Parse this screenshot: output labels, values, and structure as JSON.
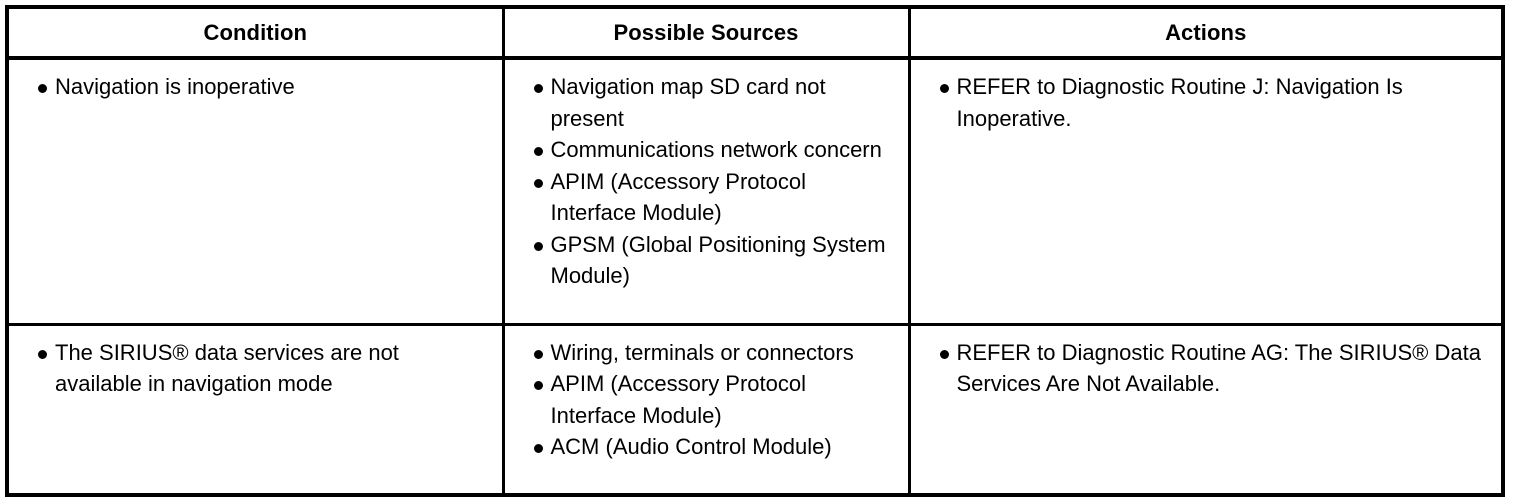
{
  "table": {
    "headers": [
      {
        "label": "Condition"
      },
      {
        "label": "Possible Sources"
      },
      {
        "label": "Actions"
      }
    ],
    "rows": [
      {
        "condition": [
          "Navigation is inoperative"
        ],
        "possible_sources": [
          "Navigation map SD card not present",
          "Communications network concern",
          "APIM (Accessory Protocol Interface Module)",
          "GPSM (Global Positioning System Module)"
        ],
        "actions": [
          "REFER to Diagnostic Routine J: Navigation Is Inoperative."
        ]
      },
      {
        "condition": [
          "The SIRIUS® data services are not available in navigation mode"
        ],
        "possible_sources": [
          "Wiring, terminals or connectors",
          "APIM (Accessory Protocol Interface Module)",
          "ACM (Audio Control Module)"
        ],
        "actions": [
          "REFER to Diagnostic Routine AG: The SIRIUS® Data Services Are Not Available."
        ]
      }
    ]
  },
  "colors": {
    "border": "#000000",
    "text": "#000000",
    "background": "#ffffff"
  }
}
